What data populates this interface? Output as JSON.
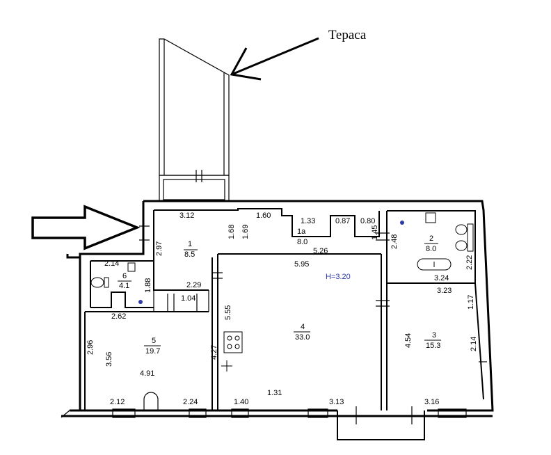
{
  "annotation": {
    "terrace_label": "Тераса"
  },
  "height": {
    "label": "H=3.20",
    "color": "#2b3aa8"
  },
  "accent_color": "#2b3aa8",
  "rooms": [
    {
      "num": "1",
      "area": "8.5"
    },
    {
      "num": "1a",
      "area": "8.0"
    },
    {
      "num": "2",
      "area": "8.0"
    },
    {
      "num": "3",
      "area": "15.3"
    },
    {
      "num": "4",
      "area": "33.0"
    },
    {
      "num": "5",
      "area": "19.7"
    },
    {
      "num": "6",
      "area": "4.1"
    }
  ],
  "dims": [
    "3.12",
    "1.60",
    "1.33",
    "0.87",
    "0.80",
    "1.45",
    "2.48",
    "2.22",
    "2.97",
    "1.68",
    "1.69",
    "5.26",
    "5.95",
    "2.14",
    "1.88",
    "2.29",
    "1.04",
    "3.24",
    "3.23",
    "1.17",
    "2.62",
    "2.96",
    "3.56",
    "4.91",
    "4.27",
    "5.55",
    "4.54",
    "2.14",
    "2.12",
    "2.24",
    "1.40",
    "1.31",
    "3.13",
    "3.16"
  ],
  "icons": [
    "arrow-terrace-icon",
    "arrow-entrance-icon",
    "stove-icon",
    "toilet-icon",
    "bathtub-icon",
    "sink-icon"
  ]
}
